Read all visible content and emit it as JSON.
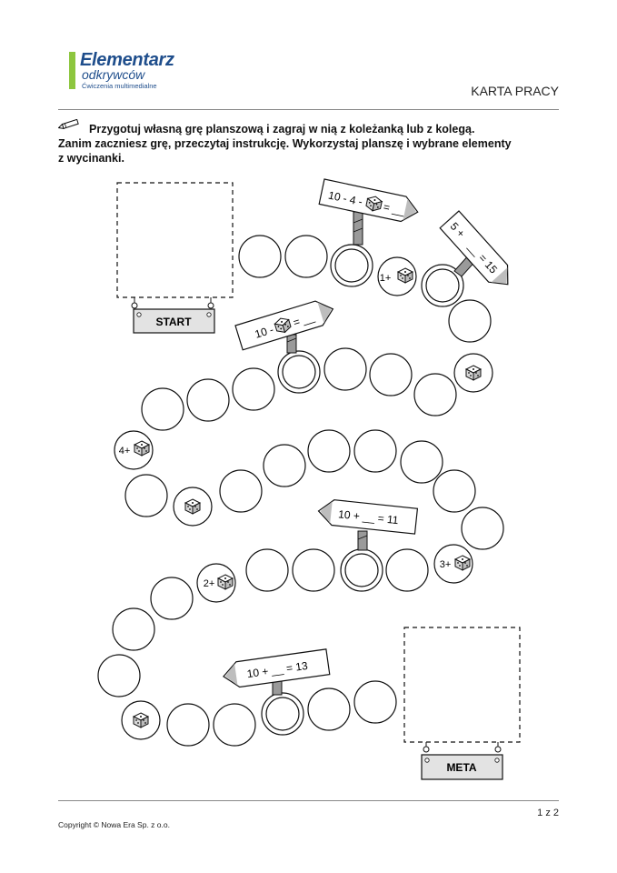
{
  "header": {
    "logo": {
      "title": "Elementarz",
      "subtitle": "odkrywców",
      "tagline": "Ćwiczenia multimedialne"
    },
    "sheet_title": "KARTA PRACY"
  },
  "instructions": {
    "line1": "Przygotuj własną grę planszową i zagraj w nią z koleżanką lub z kolegą.",
    "line2": "Zanim zaczniesz grę, przeczytaj instrukcję. Wykorzystaj planszę i wybrane elementy",
    "line3": "z wycinanki."
  },
  "board": {
    "start_label": "START",
    "finish_label": "META",
    "signs": [
      {
        "text": "10 - 4 -",
        "after": "= __"
      },
      {
        "text": "5 +",
        "after": "__ = 15"
      },
      {
        "text": "10 -",
        "after": "= __"
      },
      {
        "text": "10 + __ = 11",
        "after": ""
      },
      {
        "text": "10 + __ = 13",
        "after": ""
      }
    ],
    "dice_fields": [
      "1+",
      "4+",
      "2+",
      "3+"
    ]
  },
  "footer": {
    "copyright": "Copyright © Nowa Era Sp. z o.o.",
    "page": "1 z 2"
  }
}
